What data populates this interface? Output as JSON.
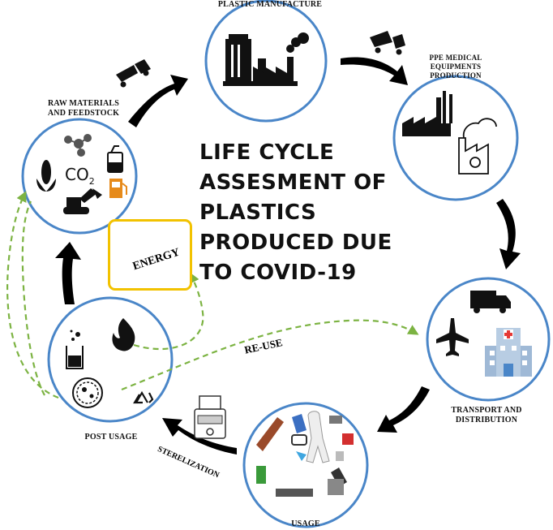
{
  "title_lines": [
    "LIFE CYCLE",
    "ASSESMENT OF",
    "PLASTICS",
    "PRODUCED DUE",
    "TO COVID-19"
  ],
  "stages": {
    "plastic_manufacture": "PLASTIC MANUFACTURE",
    "raw_materials": [
      "RAW MATERIALS",
      "AND FEEDSTOCK"
    ],
    "ppe_production": [
      "PPE MEDICAL",
      "EQUIPMENTS",
      "PRODUCTION"
    ],
    "transport": [
      "TRANSPORT AND",
      "DISTRIBUTION"
    ],
    "usage": "USAGE",
    "post_usage": "POST USAGE"
  },
  "flow_labels": {
    "reuse": "RE-USE",
    "sterilization": "STERELIZATION",
    "energy": "ENERGY"
  },
  "co2": {
    "base": "CO",
    "sub": "2"
  },
  "colors": {
    "circle_stroke": "#4a86c8",
    "dashed_arrow": "#7cb342",
    "energy_border": "#f2c200",
    "arrow": "#000000"
  },
  "icons": [
    "truck-icon",
    "factory-icon",
    "oil-tank-icon",
    "molecule-icon",
    "corn-icon",
    "fuel-can-icon",
    "fuel-pump-icon",
    "excavator-icon",
    "power-plant-icon",
    "recycle-icon",
    "airplane-icon",
    "hospital-icon",
    "lightning-icon",
    "beaker-icon",
    "flame-icon",
    "petri-dish-icon",
    "sterilizer-icon",
    "ppe-items-icon"
  ]
}
